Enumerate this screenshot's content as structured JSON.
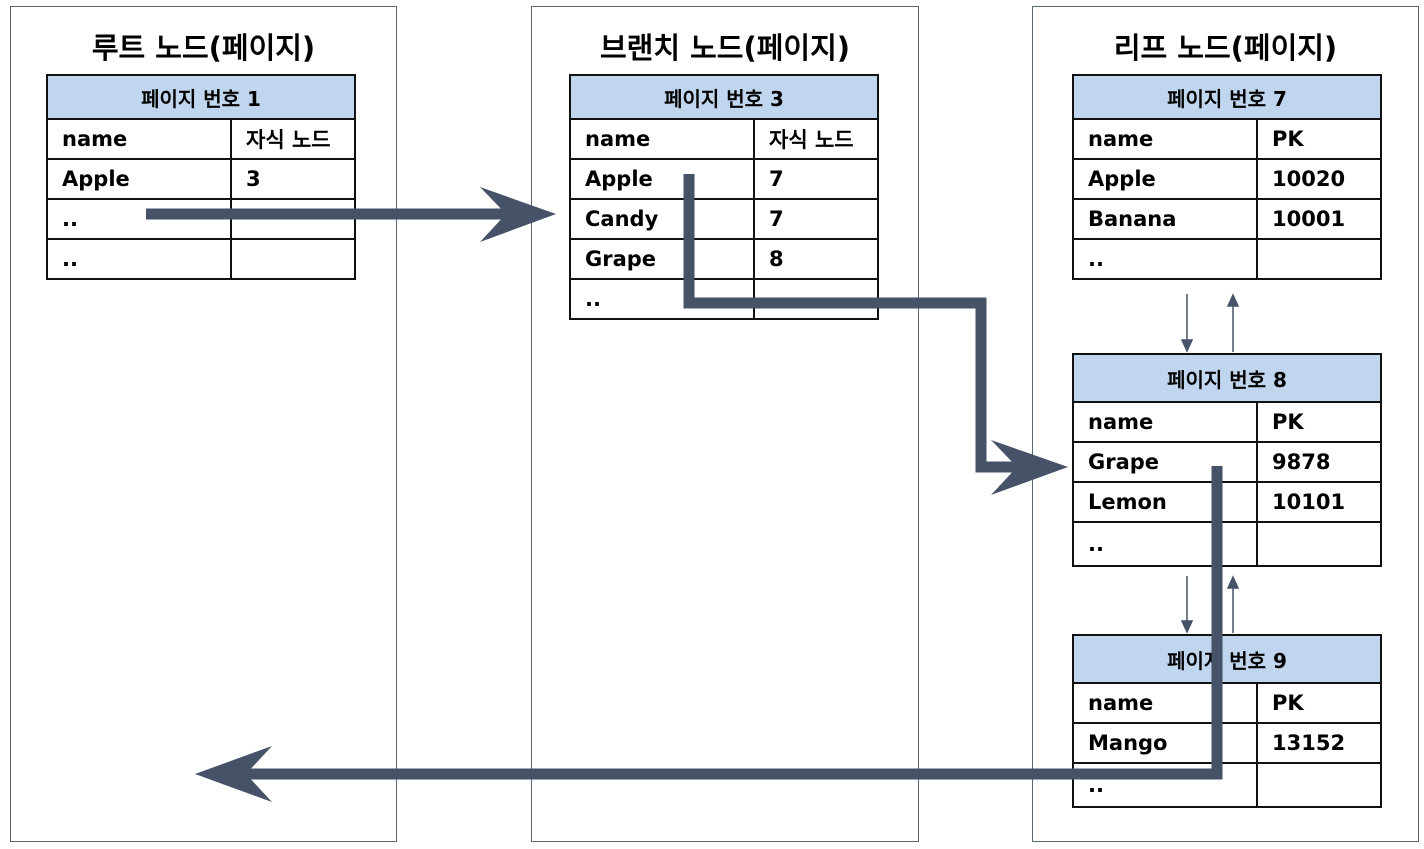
{
  "panels": {
    "root": {
      "title": "루트 노드(페이지)"
    },
    "branch": {
      "title": "브랜치 노드(페이지)"
    },
    "leaf": {
      "title": "리프 노드(페이지)"
    }
  },
  "pages": {
    "p1": {
      "header": "페이지 번호 1",
      "col1": "name",
      "col2": "자식 노드",
      "rows": [
        [
          "Apple",
          "3"
        ],
        [
          "..",
          ""
        ],
        [
          "..",
          ""
        ]
      ]
    },
    "p3": {
      "header": "페이지 번호 3",
      "col1": "name",
      "col2": "자식 노드",
      "rows": [
        [
          "Apple",
          "7"
        ],
        [
          "Candy",
          "7"
        ],
        [
          "Grape",
          "8"
        ],
        [
          "..",
          ""
        ]
      ]
    },
    "p7": {
      "header": "페이지 번호 7",
      "col1": "name",
      "col2": "PK",
      "rows": [
        [
          "Apple",
          "10020"
        ],
        [
          "Banana",
          "10001"
        ],
        [
          "..",
          ""
        ]
      ]
    },
    "p8": {
      "header": "페이지 번호 8",
      "col1": "name",
      "col2": "PK",
      "rows": [
        [
          "Grape",
          "9878"
        ],
        [
          "Lemon",
          "10101"
        ],
        [
          "..",
          ""
        ]
      ]
    },
    "p9": {
      "header": "페이지 번호 9",
      "col1": "name",
      "col2": "PK",
      "rows": [
        [
          "Mango",
          "13152"
        ],
        [
          "..",
          ""
        ]
      ]
    }
  },
  "colors": {
    "arrow": "#455268",
    "header_fill": "#c0d5ee",
    "panel_border": "#5b6770"
  }
}
